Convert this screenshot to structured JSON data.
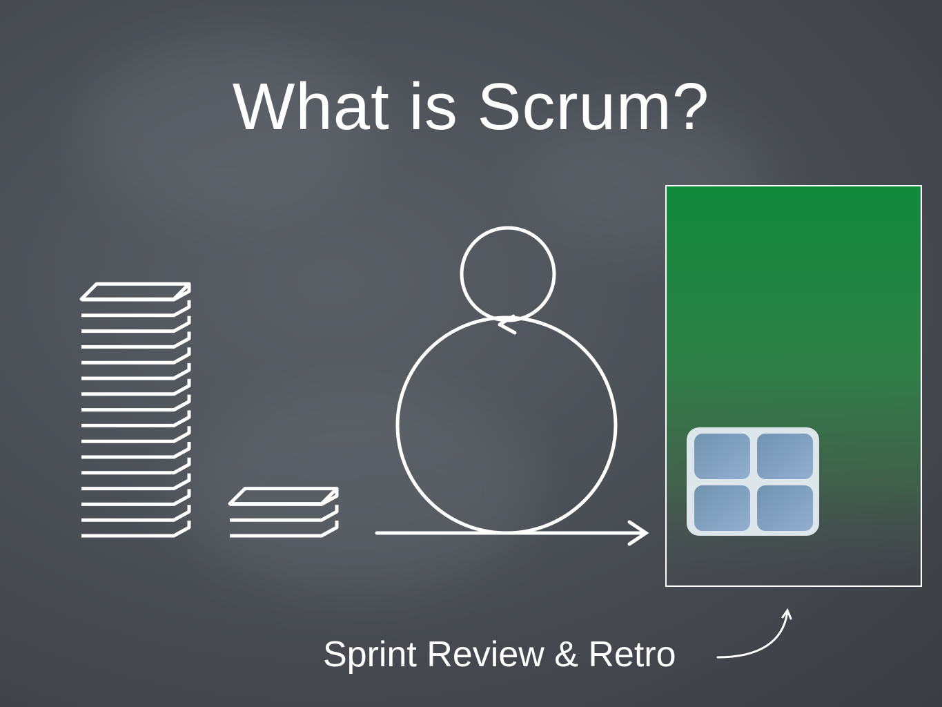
{
  "slide": {
    "title": "What is Scrum?",
    "caption": "Sprint Review & Retro"
  },
  "colors": {
    "background": "#4b4f56",
    "chalk": "#ffffff",
    "board_green": "#118a3c",
    "tile_blue": "#7f9fbf",
    "tile_frame": "#dde6ea"
  },
  "icons": [
    "product-backlog-stack-icon",
    "sprint-backlog-stack-icon",
    "sprint-cycle-icon",
    "daily-scrum-loop-icon",
    "timeline-arrow-icon",
    "review-board-icon",
    "increment-window-icon",
    "pointer-arrow-icon"
  ],
  "diagram": {
    "product_backlog_items": 16,
    "sprint_backlog_items": 3,
    "increment_tiles": 4
  }
}
